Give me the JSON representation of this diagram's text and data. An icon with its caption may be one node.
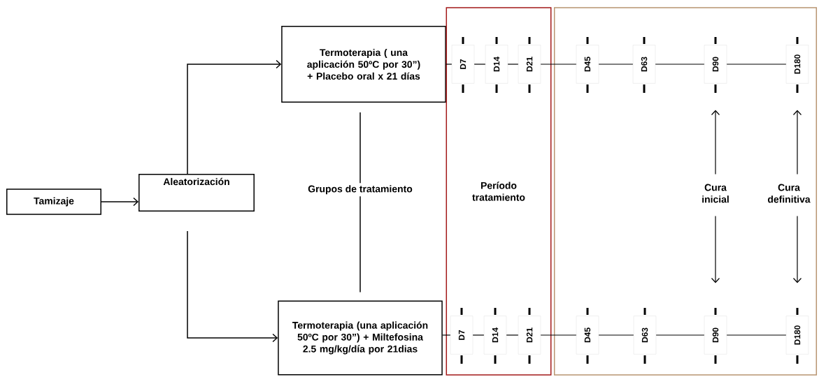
{
  "diagram": {
    "nodes": [
      {
        "text": [
          "Tamizaje"
        ]
      },
      {
        "text": [
          "Aleatorización"
        ]
      },
      {
        "text": [
          "Termoterapia ( una aplicación 50ºC  por 30”) + Placebo oral x 21 días"
        ]
      },
      {
        "text": [
          "Termoterapia (una aplicación 50ºC  por 30”) + Miltefosina 2.5 mg/kg/día por 21dias"
        ]
      },
      {
        "text": [
          "Período tratamiento"
        ]
      },
      {
        "text": [],
        "shape": "box"
      },
      {
        "text": [
          "D7"
        ],
        "in": 4
      },
      {
        "text": [
          "D14"
        ],
        "in": 4
      },
      {
        "text": [
          "D21"
        ],
        "in": 4
      },
      {
        "text": [
          "D45"
        ],
        "in": 5
      },
      {
        "text": [
          "D63"
        ],
        "in": 5
      },
      {
        "text": [
          "D90"
        ],
        "in": 5
      },
      {
        "text": [
          "D180"
        ],
        "in": 5
      },
      {
        "text": [
          "D7"
        ],
        "in": 4
      },
      {
        "text": [
          "D14"
        ],
        "in": 4
      },
      {
        "text": [
          "D21"
        ],
        "in": 4
      },
      {
        "text": [
          "D45"
        ],
        "in": 5
      },
      {
        "text": [
          "D63"
        ],
        "in": 5
      },
      {
        "text": [
          "D90"
        ],
        "in": 5
      },
      {
        "text": [
          "D180"
        ],
        "in": 5
      },
      {
        "text": [
          "Cura inicial"
        ],
        "in": 5
      },
      {
        "text": [
          "Cura definitiva"
        ],
        "in": 5
      }
    ],
    "edges": [
      {
        "from": 0,
        "to": 1,
        "arrow": "to"
      },
      {
        "from": 1,
        "to": 2,
        "arrow": "to"
      },
      {
        "from": 1,
        "to": 3,
        "arrow": "to"
      },
      {
        "from": 2,
        "to": 3,
        "arrow": "none",
        "label": "Grupos de tratamiento"
      },
      {
        "from": 2,
        "to": 6,
        "arrow": "none"
      },
      {
        "from": 6,
        "to": 7,
        "arrow": "none"
      },
      {
        "from": 7,
        "to": 8,
        "arrow": "none"
      },
      {
        "from": 8,
        "to": 9,
        "arrow": "none"
      },
      {
        "from": 9,
        "to": 10,
        "arrow": "none"
      },
      {
        "from": 10,
        "to": 11,
        "arrow": "none"
      },
      {
        "from": 11,
        "to": 12,
        "arrow": "none"
      },
      {
        "from": 3,
        "to": 13,
        "arrow": "none"
      },
      {
        "from": 13,
        "to": 14,
        "arrow": "none"
      },
      {
        "from": 14,
        "to": 15,
        "arrow": "none"
      },
      {
        "from": 15,
        "to": 16,
        "arrow": "none"
      },
      {
        "from": 16,
        "to": 17,
        "arrow": "none"
      },
      {
        "from": 17,
        "to": 18,
        "arrow": "none"
      },
      {
        "from": 18,
        "to": 19,
        "arrow": "none"
      },
      {
        "from": 20,
        "to": 11,
        "arrow": "to"
      },
      {
        "from": 20,
        "to": 18,
        "arrow": "to"
      },
      {
        "from": 21,
        "to": 12,
        "arrow": "to"
      },
      {
        "from": 21,
        "to": 19,
        "arrow": "to"
      }
    ]
  }
}
